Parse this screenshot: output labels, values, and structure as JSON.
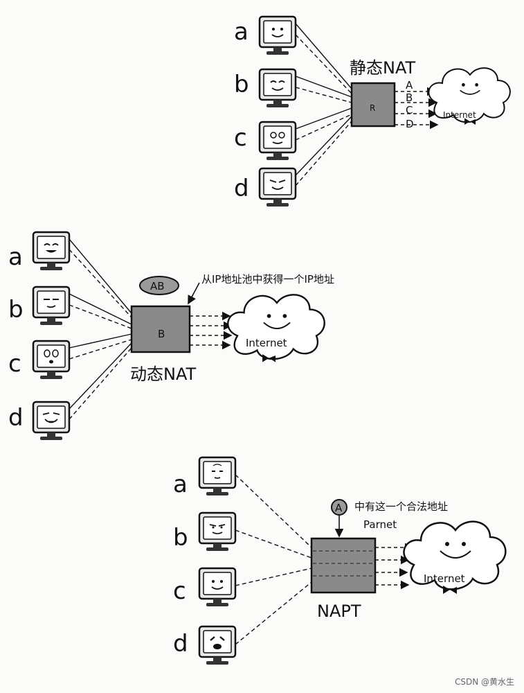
{
  "static_nat": {
    "title": "静态NAT",
    "router_label": "R",
    "hosts": [
      "a",
      "b",
      "c",
      "d"
    ],
    "public_ips": [
      "A",
      "B",
      "C",
      "D"
    ],
    "cloud_label": "Internet"
  },
  "dynamic_nat": {
    "title": "动态NAT",
    "pool_label": "AB",
    "router_label": "B",
    "annotation": "从IP地址池中获得一个IP地址",
    "hosts": [
      "a",
      "b",
      "c",
      "d"
    ],
    "cloud_label": "Internet"
  },
  "napt": {
    "title": "NAPT",
    "address_label": "A",
    "annotation_line1": "中有这一个合法地址",
    "annotation_line2": "Parnet",
    "hosts": [
      "a",
      "b",
      "c",
      "d"
    ],
    "cloud_label": "Internet"
  },
  "watermark": "CSDN @黄水生"
}
